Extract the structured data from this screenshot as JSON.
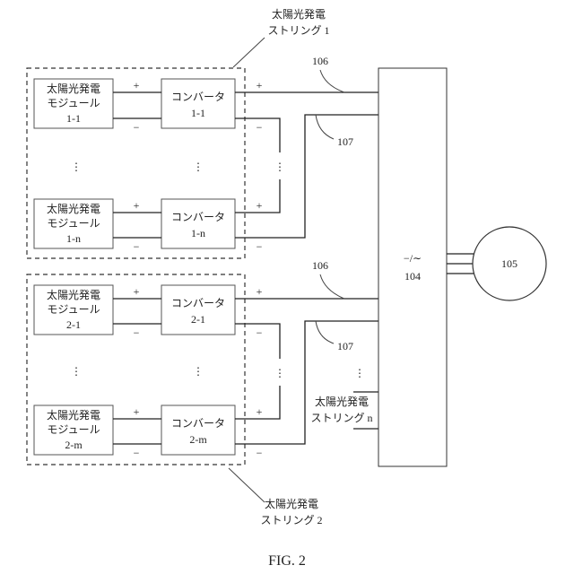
{
  "string1": {
    "label_line1": "太陽光発電",
    "label_line2": "ストリング 1",
    "modules": [
      {
        "name_line1": "太陽光発電",
        "name_line2": "モジュール",
        "id": "1-1"
      },
      {
        "name_line1": "太陽光発電",
        "name_line2": "モジュール",
        "id": "1-n"
      }
    ],
    "converters": [
      {
        "name": "コンバータ",
        "id": "1-1"
      },
      {
        "name": "コンバータ",
        "id": "1-n"
      }
    ]
  },
  "string2": {
    "label_line1": "太陽光発電",
    "label_line2": "ストリング 2",
    "modules": [
      {
        "name_line1": "太陽光発電",
        "name_line2": "モジュール",
        "id": "2-1"
      },
      {
        "name_line1": "太陽光発電",
        "name_line2": "モジュール",
        "id": "2-m"
      }
    ],
    "converters": [
      {
        "name": "コンバータ",
        "id": "2-1"
      },
      {
        "name": "コンバータ",
        "id": "2-m"
      }
    ]
  },
  "stringN": {
    "label_line1": "太陽光発電",
    "label_line2": "ストリング n"
  },
  "signs": {
    "plus": "+",
    "minus": "−"
  },
  "ellipsis": "⋮",
  "inverter": {
    "symbol": "−/∼",
    "ref": "104"
  },
  "motor": {
    "ref": "105"
  },
  "refs": {
    "wire_pos": "106",
    "wire_neg": "107"
  },
  "caption": "FIG. 2"
}
